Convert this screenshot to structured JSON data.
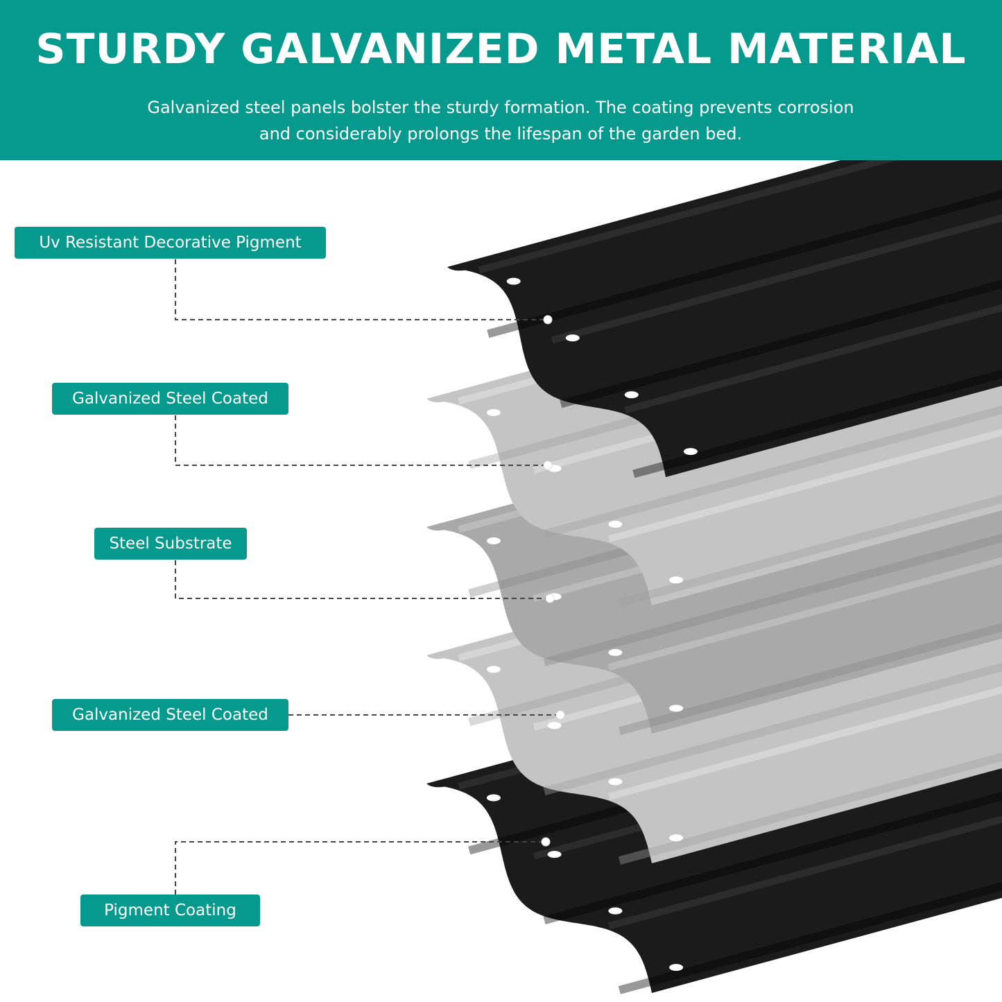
{
  "header": {
    "title": "STURDY GALVANIZED METAL MATERIAL",
    "description_line1": "Galvanized steel panels bolster the sturdy formation. The coating prevents corrosion",
    "description_line2": "and considerably prolongs the lifespan of the garden bed."
  },
  "layers": [
    {
      "label": "Uv Resistant Decorative Pigment",
      "color": "#1b1b1b"
    },
    {
      "label": "Galvanized Steel Coated",
      "color": "#c4c4c4"
    },
    {
      "label": "Steel Substrate",
      "color": "#a9a9a9"
    },
    {
      "label": "Galvanized Steel Coated",
      "color": "#c4c4c4"
    },
    {
      "label": "Pigment Coating",
      "color": "#1b1b1b"
    }
  ],
  "colors": {
    "accent": "#069a8e",
    "leader_line": "#444444"
  }
}
